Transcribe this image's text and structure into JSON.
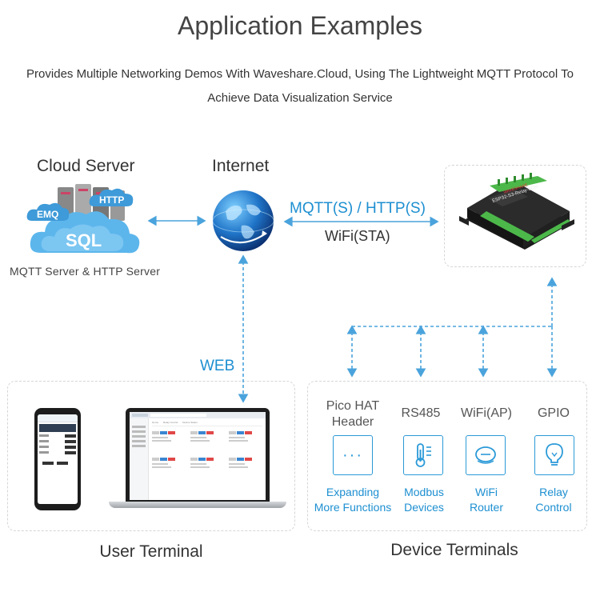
{
  "header": {
    "title": "Application Examples",
    "subtitle_line1": "Provides Multiple Networking Demos With Waveshare.Cloud, Using The Lightweight MQTT Protocol To",
    "subtitle_line2": "Achieve Data Visualization Service"
  },
  "cloud_server": {
    "label": "Cloud Server",
    "caption": "MQTT Server & HTTP Server",
    "tags": {
      "emq": "EMQ",
      "http": "HTTP",
      "sql": "SQL"
    }
  },
  "internet": {
    "label": "Internet"
  },
  "link": {
    "protocol": "MQTT(S) / HTTP(S)",
    "mode": "WiFi(STA)",
    "web": "WEB"
  },
  "device": {
    "name": "ESP32-S3-Relay-6CH"
  },
  "user_terminal": {
    "label": "User Terminal",
    "laptop_tabs": [
      "Home",
      "Relay Control",
      "Device Status"
    ]
  },
  "device_terminals": {
    "label": "Device Terminals",
    "items": [
      {
        "name": "Pico HAT\nHeader",
        "desc": "Expanding\nMore Functions",
        "icon": "dots-icon"
      },
      {
        "name": "RS485",
        "desc": "Modbus\nDevices",
        "icon": "thermometer-icon"
      },
      {
        "name": "WiFi(AP)",
        "desc": "WiFi\nRouter",
        "icon": "router-icon"
      },
      {
        "name": "GPIO",
        "desc": "Relay\nControl",
        "icon": "bulb-icon"
      }
    ]
  },
  "colors": {
    "accent": "#1d8fd1",
    "arrow": "#4aa3dc",
    "border": "#d6d6d6",
    "cloud": "#5cb6ec"
  }
}
